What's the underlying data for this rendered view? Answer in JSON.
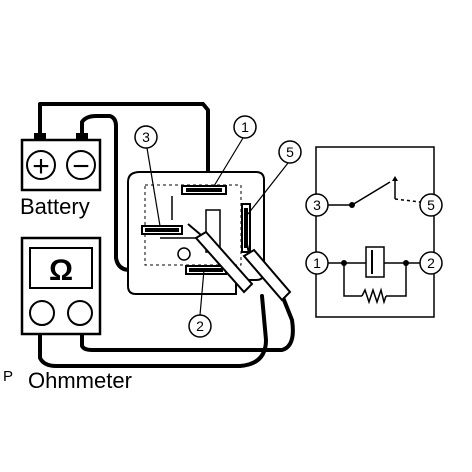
{
  "labels": {
    "battery": "Battery",
    "ohmmeter": "Ohmmeter",
    "corner_p": "P",
    "ohm_symbol": "Ω"
  },
  "battery_terminals": {
    "positive": "+",
    "negative": "−"
  },
  "relay_terminals": {
    "t1": "1",
    "t2": "2",
    "t3": "3",
    "t5": "5"
  },
  "schematic_terminals": {
    "t1": "1",
    "t2": "2",
    "t3": "3",
    "t5": "5"
  },
  "colors": {
    "ink": "#000000",
    "background": "#ffffff"
  },
  "icons": {
    "battery": "battery-icon",
    "ohmmeter": "ohmmeter-icon",
    "relay": "relay-icon",
    "switch": "switch-contact-icon",
    "coil": "coil-icon",
    "resistor": "resistor-icon"
  }
}
